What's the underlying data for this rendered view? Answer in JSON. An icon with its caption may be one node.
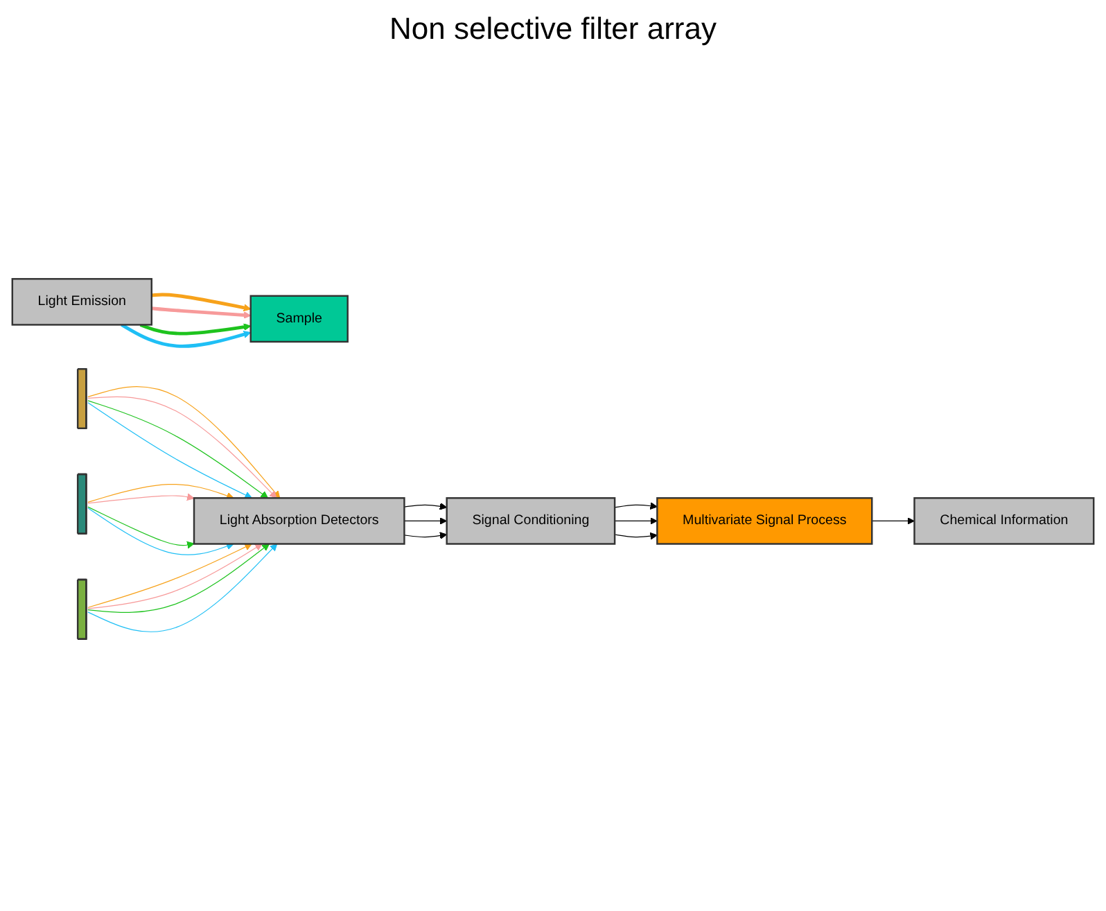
{
  "diagram": {
    "nodes": [
      {
        "text": [
          "Light Emission"
        ]
      },
      {
        "text": [
          "Sample"
        ]
      },
      {
        "text": [],
        "shape": "bar"
      },
      {
        "text": [],
        "shape": "bar"
      },
      {
        "text": [],
        "shape": "bar"
      },
      {
        "text": [
          "Light Absorption Detectors"
        ]
      },
      {
        "text": [
          "Signal Conditioning"
        ]
      },
      {
        "text": [
          "Multivariate Signal Process"
        ]
      },
      {
        "text": [
          "Chemical Information"
        ]
      }
    ],
    "edges": [
      {
        "from": 0,
        "to": 1,
        "arrow": "to",
        "style": "thick",
        "color": "#f7a21b"
      },
      {
        "from": 0,
        "to": 1,
        "arrow": "to",
        "style": "thick",
        "color": "#f79a9a"
      },
      {
        "from": 0,
        "to": 1,
        "arrow": "to",
        "style": "thick",
        "color": "#1ec31e"
      },
      {
        "from": 0,
        "to": 1,
        "arrow": "to",
        "style": "thick",
        "color": "#1fbff5"
      },
      {
        "from": 2,
        "to": 5,
        "arrow": "to",
        "color": "#f7a21b"
      },
      {
        "from": 2,
        "to": 5,
        "arrow": "to",
        "color": "#f79a9a"
      },
      {
        "from": 2,
        "to": 5,
        "arrow": "to",
        "color": "#1ec31e"
      },
      {
        "from": 2,
        "to": 5,
        "arrow": "to",
        "color": "#1fbff5"
      },
      {
        "from": 3,
        "to": 5,
        "arrow": "to",
        "color": "#f7a21b"
      },
      {
        "from": 3,
        "to": 5,
        "arrow": "to",
        "color": "#f79a9a"
      },
      {
        "from": 3,
        "to": 5,
        "arrow": "to",
        "color": "#1ec31e"
      },
      {
        "from": 3,
        "to": 5,
        "arrow": "to",
        "color": "#1fbff5"
      },
      {
        "from": 4,
        "to": 5,
        "arrow": "to",
        "color": "#f7a21b"
      },
      {
        "from": 4,
        "to": 5,
        "arrow": "to",
        "color": "#f79a9a"
      },
      {
        "from": 4,
        "to": 5,
        "arrow": "to",
        "color": "#1ec31e"
      },
      {
        "from": 4,
        "to": 5,
        "arrow": "to",
        "color": "#1fbff5"
      },
      {
        "from": 5,
        "to": 6,
        "arrow": "to"
      },
      {
        "from": 5,
        "to": 6,
        "arrow": "to"
      },
      {
        "from": 5,
        "to": 6,
        "arrow": "to"
      },
      {
        "from": 6,
        "to": 7,
        "arrow": "to"
      },
      {
        "from": 6,
        "to": 7,
        "arrow": "to"
      },
      {
        "from": 6,
        "to": 7,
        "arrow": "to"
      },
      {
        "from": 7,
        "to": 8,
        "arrow": "to"
      }
    ],
    "labels": [
      "Non selective filter array"
    ]
  }
}
